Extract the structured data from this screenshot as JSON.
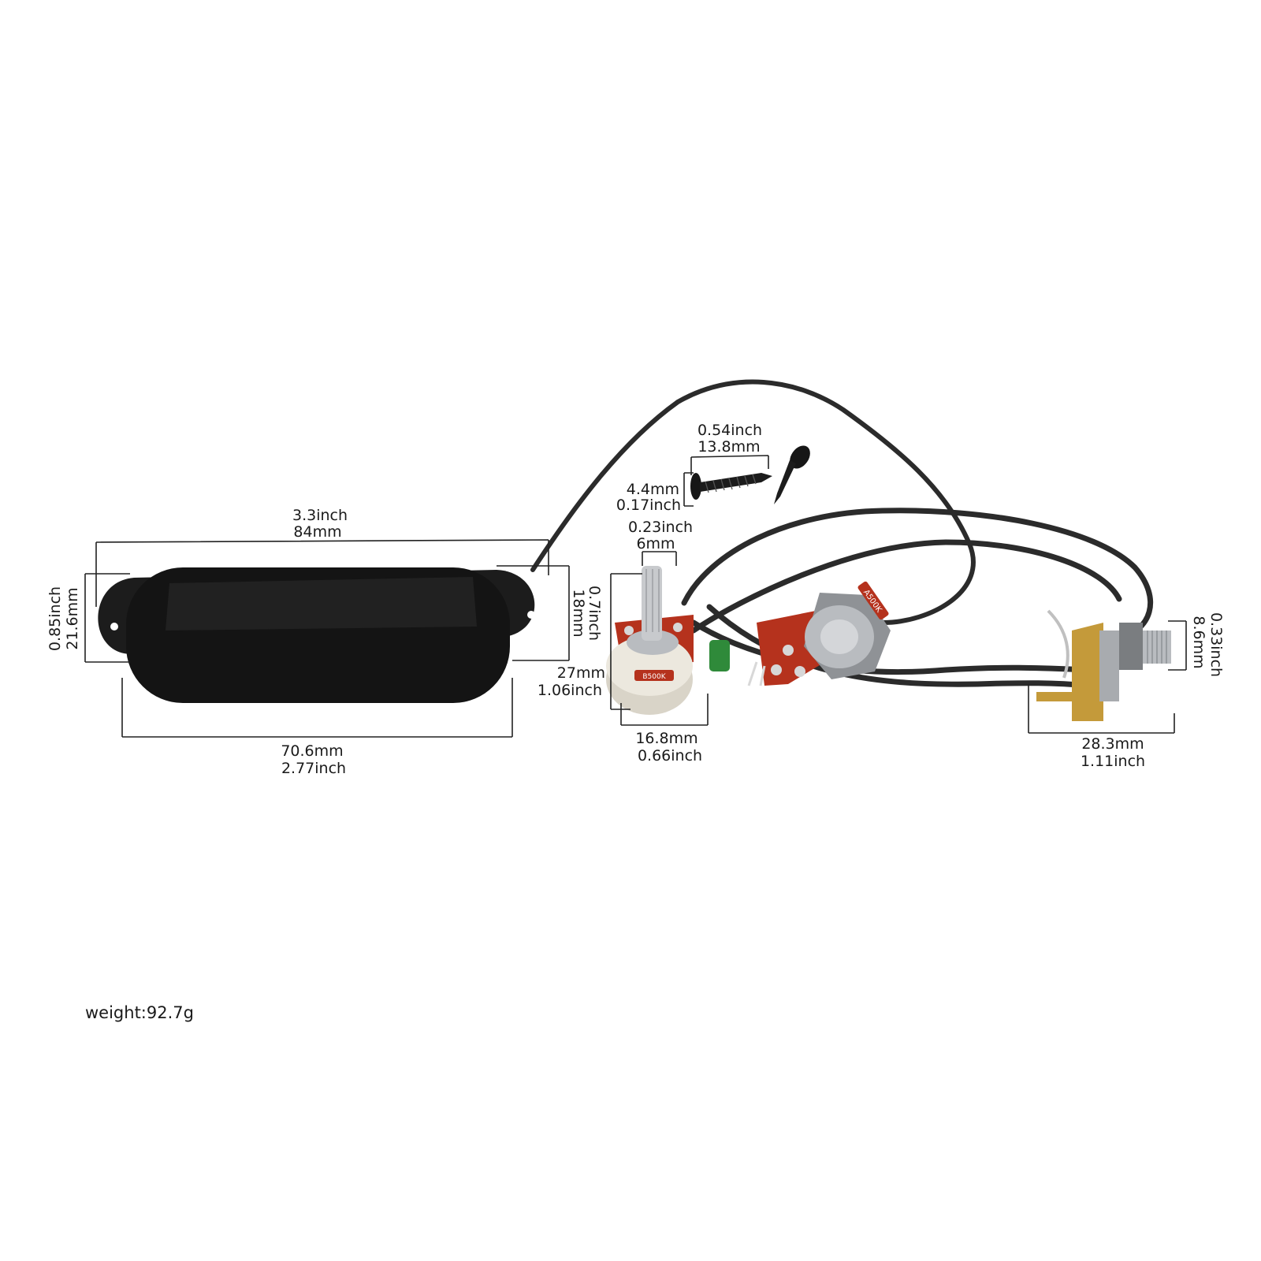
{
  "colors": {
    "pickup_body": "#141414",
    "cable": "#2b2b2b",
    "pot_board": "#b5321d",
    "metal": "#b9bcc0",
    "brass": "#c49a3a"
  },
  "parts": {
    "pickup_label": "",
    "pot_a_marking": "B500K",
    "pot_b_marking": "A500K"
  },
  "dimensions": {
    "pickup_length_inch": "3.3inch",
    "pickup_length_mm": "84mm",
    "pickup_body_mm": "70.6mm",
    "pickup_body_inch": "2.77inch",
    "pickup_height_inch": "0.85inch",
    "pickup_height_mm": "21.6mm",
    "pickup_inner_inch": "0.7inch",
    "pickup_inner_mm": "18mm",
    "screw_length_inch": "0.54inch",
    "screw_length_mm": "13.8mm",
    "screw_head_mm": "4.4mm",
    "screw_head_inch": "0.17inch",
    "shaft_inch": "0.23inch",
    "shaft_mm": "6mm",
    "pot_height_mm": "27mm",
    "pot_height_inch": "1.06inch",
    "pot_width_mm": "16.8mm",
    "pot_width_inch": "0.66inch",
    "jack_width_mm": "28.3mm",
    "jack_width_inch": "1.11inch",
    "jack_thread_inch": "0.33inch",
    "jack_thread_mm": "8.6mm"
  },
  "weight": "weight:92.7g"
}
